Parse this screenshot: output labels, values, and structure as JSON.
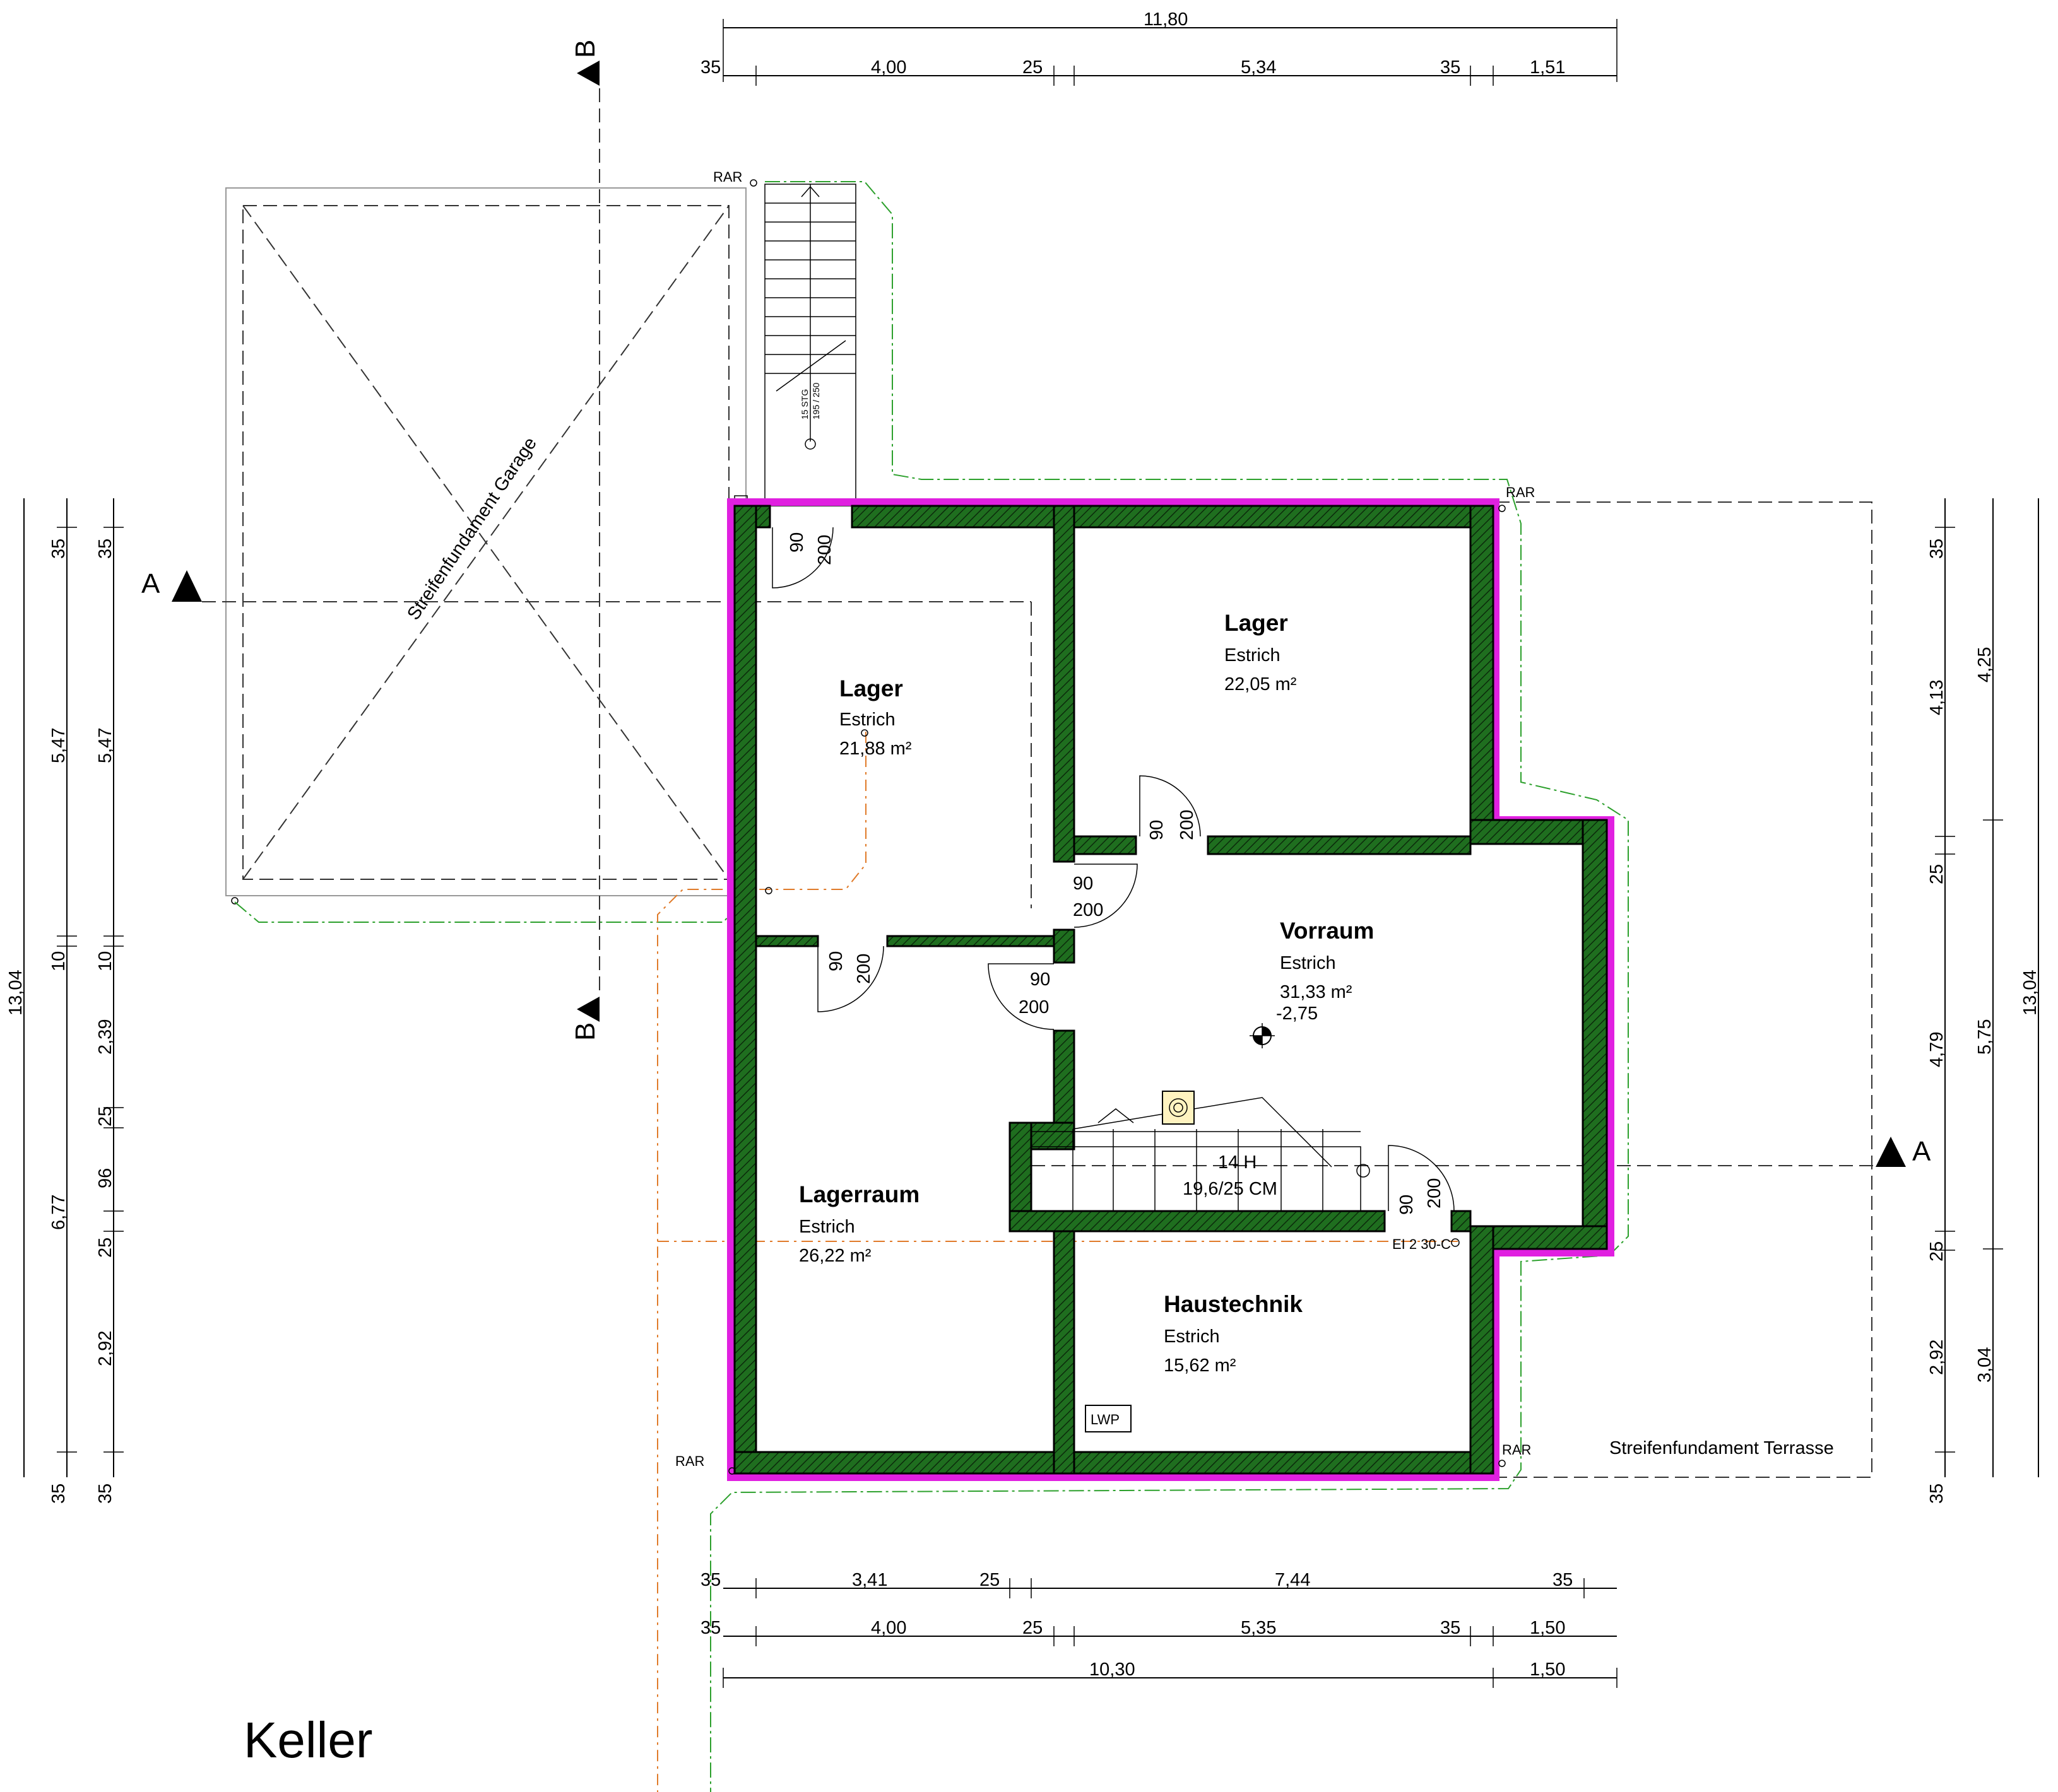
{
  "title": "Keller",
  "sections": {
    "a_left": "A",
    "a_right": "A",
    "b_top": "B",
    "b_bottom": "B"
  },
  "rooms": [
    {
      "name": "Lager",
      "floor": "Estrich",
      "area": "21,88 m²"
    },
    {
      "name": "Lager",
      "floor": "Estrich",
      "area": "22,05 m²"
    },
    {
      "name": "Vorraum",
      "floor": "Estrich",
      "area": "31,33 m²",
      "level": "-2,75"
    },
    {
      "name": "Lagerraum",
      "floor": "Estrich",
      "area": "26,22 m²"
    },
    {
      "name": "Haustechnik",
      "floor": "Estrich",
      "area": "15,62 m²"
    }
  ],
  "doors": [
    {
      "w": "90",
      "h": "200"
    },
    {
      "w": "90",
      "h": "200"
    },
    {
      "w": "90",
      "h": "200"
    },
    {
      "w": "90",
      "h": "200"
    },
    {
      "w": "90",
      "h": "200"
    },
    {
      "w": "90",
      "h": "200"
    }
  ],
  "labels": {
    "garage_foundation": "Streifenfundament Garage",
    "terrace_foundation": "Streifenfundament Terrasse",
    "stair_main": "14 H",
    "stair_main2": "19,6/25 CM",
    "stair_ext": "15 STG",
    "stair_ext2": "195 / 250",
    "lwp": "LWP",
    "fire_door": "EI 2 30-C",
    "rar": "RAR"
  },
  "dims": {
    "top_total": "11,80",
    "top_row": [
      "35",
      "4,00",
      "25",
      "5,34",
      "35",
      "1,51"
    ],
    "bottom_row1": [
      "35",
      "3,41",
      "25",
      "7,44",
      "35"
    ],
    "bottom_row2": [
      "35",
      "4,00",
      "25",
      "5,35",
      "35",
      "1,50"
    ],
    "bottom_row3": [
      "10,30",
      "1,50"
    ],
    "left_total": "13,04",
    "left_col1": [
      "35",
      "5,47",
      "10",
      "6,77",
      "35"
    ],
    "left_col2": [
      "35",
      "5,47",
      "10",
      "2,39",
      "25",
      "96",
      "25",
      "2,92",
      "35"
    ],
    "right_total": "13,04",
    "right_col1": [
      "35",
      "4,13",
      "25",
      "4,79",
      "25",
      "2,92",
      "35"
    ],
    "right_col2": [
      "4,25",
      "5,75",
      "3,04"
    ]
  },
  "colors": {
    "wall": "#1f6e1f",
    "insulation": "#e020e0",
    "drain": "#e07b2a",
    "boundary": "#2ca02c"
  }
}
